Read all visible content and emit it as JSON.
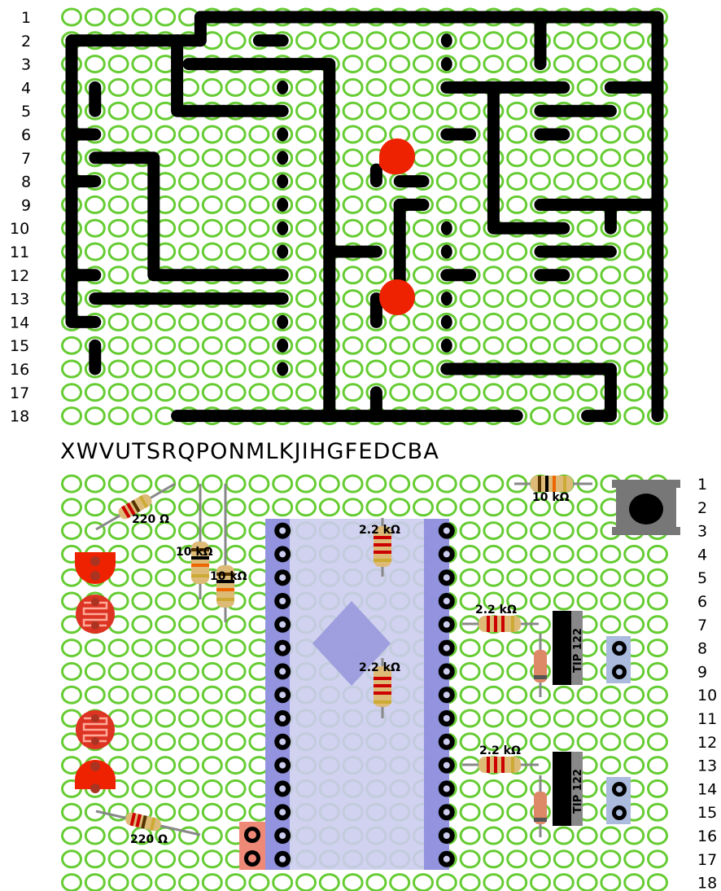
{
  "top_rows": [
    "1",
    "2",
    "3",
    "4",
    "5",
    "6",
    "7",
    "8",
    "9",
    "10",
    "11",
    "12",
    "13",
    "14",
    "15",
    "16",
    "17",
    "18"
  ],
  "bottom_rows": [
    "1",
    "2",
    "3",
    "4",
    "5",
    "6",
    "7",
    "8",
    "9",
    "10",
    "11",
    "12",
    "13",
    "14",
    "15",
    "16",
    "17",
    "18"
  ],
  "column_letters": "XWVUTSRQPONMLKJIHGFEDCBA",
  "components": {
    "r1": "220 Ω",
    "r2": "10 kΩ",
    "r3": "10 kΩ",
    "r4": "2.2 kΩ",
    "r5": "2.2 kΩ",
    "r6": "10 kΩ",
    "r7": "2.2 kΩ",
    "r8": "2.2 kΩ",
    "r9": "220 Ω",
    "t1": "TIP 122",
    "t2": "TIP 122"
  },
  "colors": {
    "pad": "#66cc33",
    "trace": "#000000",
    "led": "#ee2200",
    "chip": "#8888dd",
    "header": "#ee8877",
    "jumper": "#aabbdd"
  }
}
